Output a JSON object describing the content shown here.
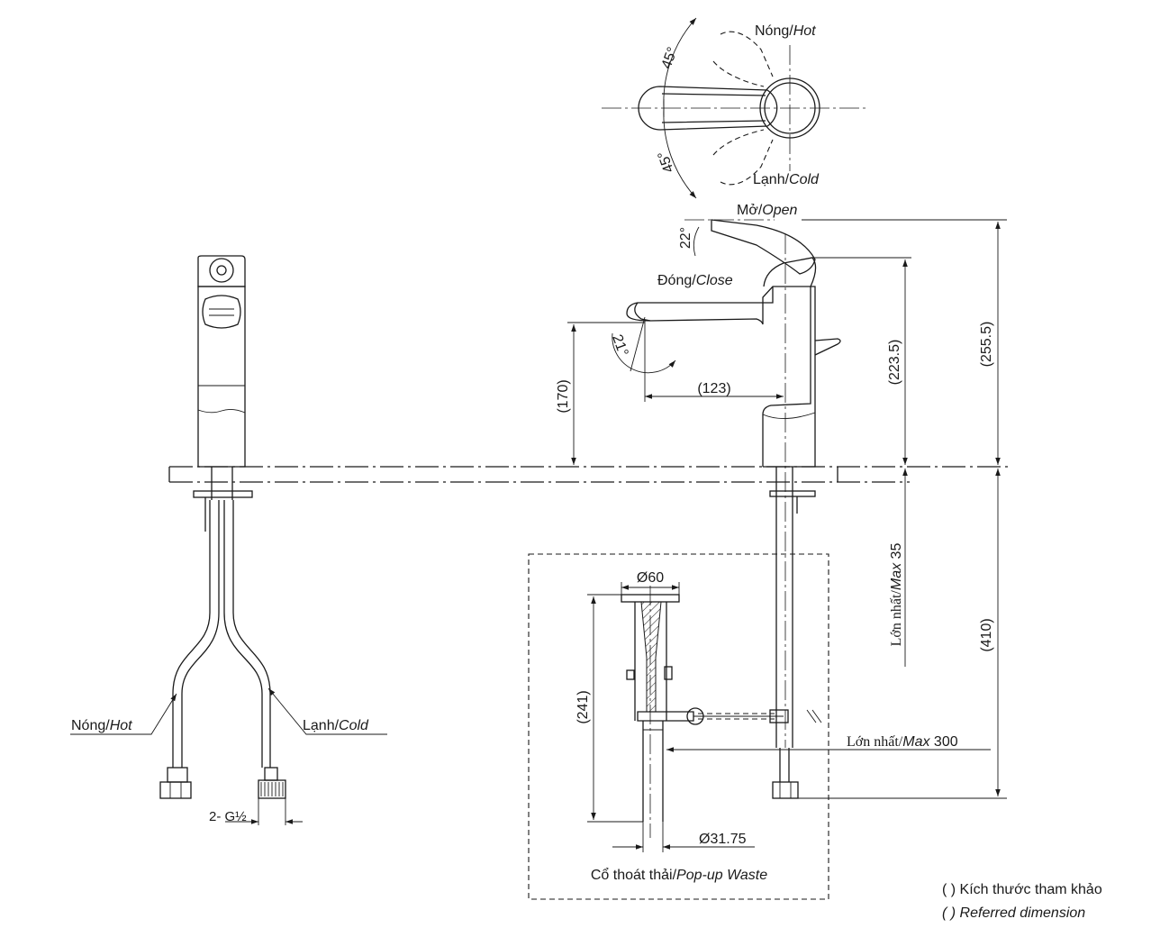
{
  "handle_plan": {
    "hot_label": "Nóng/",
    "hot_label_en": "Hot",
    "cold_label": "Lạnh/",
    "cold_label_en": "Cold",
    "angle_hot": "45°",
    "angle_cold": "45°"
  },
  "side_view": {
    "open_label": "Mở/",
    "open_label_en": "Open",
    "close_label": "Đóng/",
    "close_label_en": "Close",
    "lever_angle": "22°",
    "spout_angle": "21°",
    "dim_reach": "(123)",
    "dim_spout_height": "(170)",
    "dim_lever_height": "(223.5)",
    "dim_total_height": "(255.5)",
    "dim_below_deck": "(410)",
    "max_deck_label": "Lớn nhất/",
    "max_deck_label_en": "Max",
    "max_deck_value": "35",
    "max_rod_label": "Lớn nhất/",
    "max_rod_label_en": "Max",
    "max_rod_value": "300"
  },
  "front_view": {
    "hot_label": "Nóng/",
    "hot_label_en": "Hot",
    "cold_label": "Lạnh/",
    "cold_label_en": "Cold",
    "thread_label": "2- G½"
  },
  "waste": {
    "dia_top": "Ø60",
    "dia_bottom": "Ø31.75",
    "height": "(241)",
    "caption": "Cổ thoát thải/",
    "caption_en": "Pop-up Waste"
  },
  "legend": {
    "line1": "( ) Kích thước tham khảo",
    "line2": "( ) Referred dimension"
  }
}
